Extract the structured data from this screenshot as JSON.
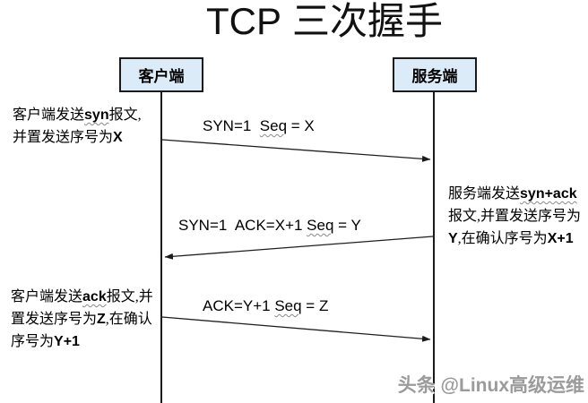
{
  "title": {
    "en": "TCP",
    "cjk": "三次握手"
  },
  "actors": {
    "client": "客户端",
    "server": "服务端"
  },
  "messages": [
    {
      "pre": "SYN=1  ",
      "keyword": "Seq",
      "post": " = X"
    },
    {
      "pre": "SYN=1  ACK=X+1 ",
      "keyword": "Seq",
      "post": " = Y"
    },
    {
      "pre": "ACK=Y+1 ",
      "keyword": "Seq",
      "post": " = Z"
    }
  ],
  "notes": [
    {
      "segments": [
        "客户端发送",
        "syn",
        "报文,并置发送序号为",
        "X"
      ]
    },
    {
      "segments": [
        "服务端发送",
        "syn+ack",
        "报文,并置发送序号为",
        "Y",
        ",在确认序号为",
        "X+1"
      ]
    },
    {
      "segments": [
        "客户端发送",
        "ack",
        "报文,并置发送序号为",
        "Z",
        ",在确认序号为",
        "Y+1"
      ]
    }
  ],
  "watermark": "头条 @Linux高级运维",
  "colors": {
    "background": "#ffffff",
    "actor_box_fill": "#dcebf8",
    "actor_box_border": "#1a1a1a",
    "line": "#1a1a1a",
    "text": "#000000",
    "squiggle": "#8a8a8a",
    "watermark": "#9b9b9b"
  }
}
